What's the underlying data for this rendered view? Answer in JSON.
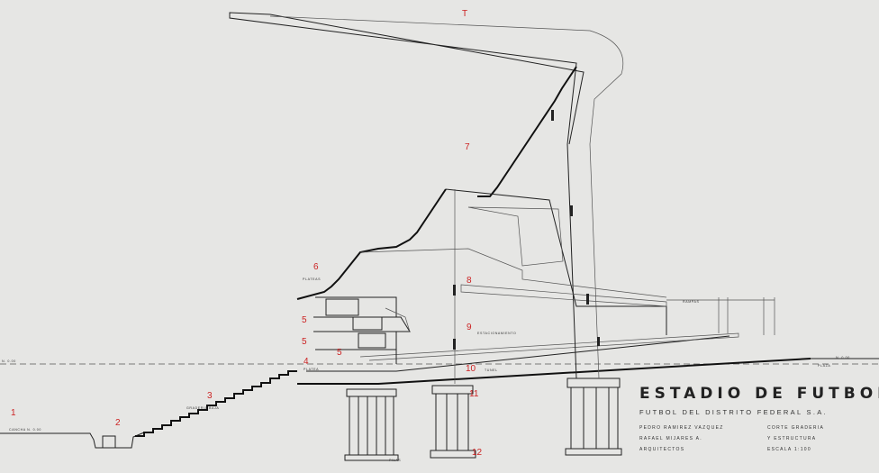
{
  "title": {
    "main": "ESTADIO DE FUTBOL",
    "subtitle": "FUTBOL DEL DISTRITO FEDERAL S.A."
  },
  "architects": {
    "line1": "PEDRO RAMIREZ VAZQUEZ",
    "line2": "RAFAEL MIJARES A.",
    "role": "ARQUITECTOS"
  },
  "sheet_info": {
    "line1": "CORTE GRADERIA",
    "line2": "Y ESTRUCTURA",
    "scale": "ESCALA 1:100"
  },
  "markers": {
    "m1": "1",
    "m2": "2",
    "m3": "3",
    "m4": "4",
    "m5a": "5",
    "m5b": "5",
    "m5c": "5",
    "m6": "6",
    "m7": "7",
    "m8": "8",
    "m9": "9",
    "m10": "10",
    "m11": "11",
    "m12": "12",
    "mT": "T"
  },
  "drawing_labels": {
    "level_left": "N. 0.00",
    "level_right": "N. 0.00",
    "cancha": "CANCHA N. 0.00",
    "graderia_baja": "GRADERIA BAJA",
    "platea": "PLATEA",
    "plateas": "PLATEAS",
    "estacionamiento": "ESTACIONAMIENTO",
    "tunel": "TUNEL",
    "plaza": "PLAZA",
    "rampas": "RAMPAS",
    "pilas": "PILAS"
  }
}
